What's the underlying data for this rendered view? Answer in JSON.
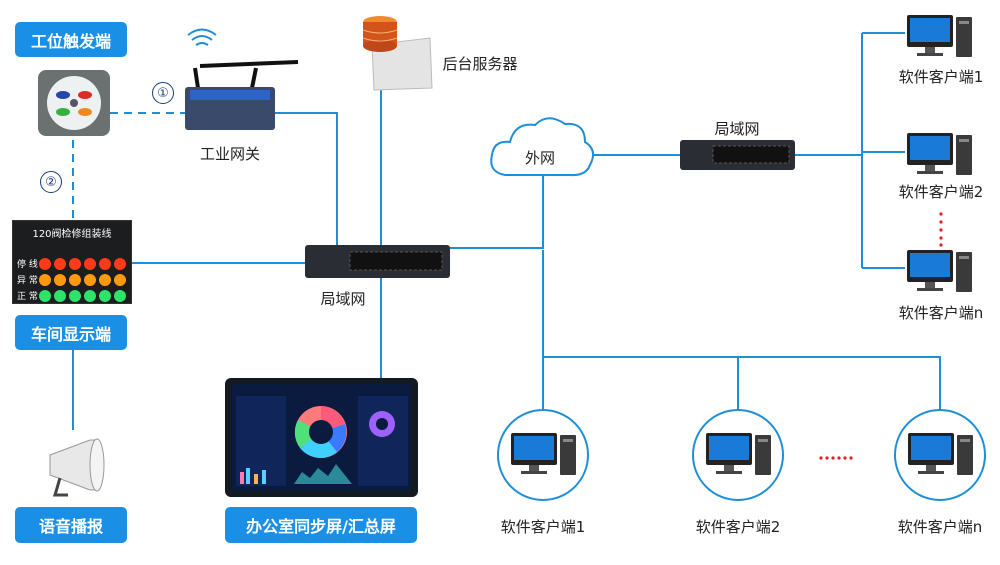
{
  "labels": {
    "trigger": "工位触发端",
    "gateway": "工业网关",
    "server": "后台服务器",
    "lan_left": "局域网",
    "lan_right": "局域网",
    "internet": "外网",
    "workshop_display": "车间显示端",
    "voice": "语音播报",
    "office_screen": "办公室同步屏/汇总屏",
    "step1": "①",
    "step2": "②"
  },
  "board": {
    "title": "120阀检修组装线",
    "rows": [
      {
        "label": "停 线",
        "color": "#ff3a1a"
      },
      {
        "label": "异 常",
        "color": "#ff9a10"
      },
      {
        "label": "正 常",
        "color": "#2ee36a"
      }
    ]
  },
  "clients_right": [
    "软件客户端1",
    "软件客户端2",
    "软件客户端n"
  ],
  "clients_bottom": [
    "软件客户端1",
    "软件客户端2",
    "软件客户端n"
  ],
  "colors": {
    "line": "#1e8fd6",
    "button": "#1a8fe6",
    "dots": "#e02020"
  },
  "icons": [
    "wifi-icon",
    "cloud-icon",
    "server-icon",
    "switch-icon",
    "pc-icon",
    "speaker-icon",
    "button-box-icon",
    "gateway-icon"
  ]
}
